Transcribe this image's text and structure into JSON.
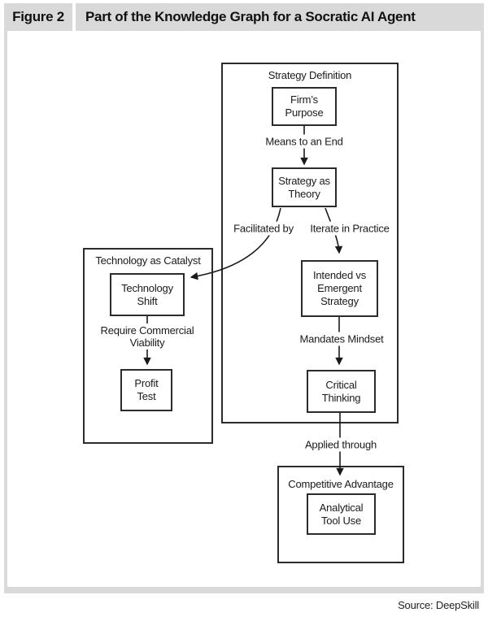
{
  "header": {
    "figure_label": "Figure 2",
    "title": "Part of the Knowledge Graph for a Socratic AI Agent"
  },
  "footer": {
    "source": "Source: DeepSkill"
  },
  "colors": {
    "header_bg": "#d9d9d9",
    "frame_border": "#d9d9d9",
    "box_border": "#2b2b2b",
    "line": "#1a1a1a",
    "text": "#1a1a1a",
    "canvas_bg": "#ffffff"
  },
  "diagram": {
    "containers": {
      "strategy_definition": {
        "label": "Strategy Definition"
      },
      "technology_as_catalyst": {
        "label": "Technology as Catalyst"
      },
      "competitive_advantage": {
        "label": "Competitive Advantage"
      }
    },
    "nodes": {
      "firms_purpose": {
        "label": "Firm’s\nPurpose"
      },
      "strategy_as_theory": {
        "label": "Strategy as\nTheory"
      },
      "intended_vs_emergent": {
        "label": "Intended vs\nEmergent\nStrategy"
      },
      "critical_thinking": {
        "label": "Critical\nThinking"
      },
      "technology_shift": {
        "label": "Technology\nShift"
      },
      "profit_test": {
        "label": "Profit\nTest"
      },
      "analytical_tool_use": {
        "label": "Analytical\nTool Use"
      }
    },
    "edge_labels": {
      "means_to_an_end": {
        "label": "Means to an End"
      },
      "facilitated_by": {
        "label": "Facilitated by"
      },
      "iterate_in_practice": {
        "label": "Iterate in Practice"
      },
      "mandates_mindset": {
        "label": "Mandates Mindset"
      },
      "require_commercial_viability": {
        "label": "Require Commercial\nViability"
      },
      "applied_through": {
        "label": "Applied through"
      }
    },
    "edges": [
      {
        "from": "Firm’s Purpose",
        "to": "Strategy as Theory",
        "label": "Means to an End"
      },
      {
        "from": "Strategy as Theory",
        "to": "Technology Shift",
        "label": "Facilitated by"
      },
      {
        "from": "Strategy as Theory",
        "to": "Intended vs Emergent Strategy",
        "label": "Iterate in Practice"
      },
      {
        "from": "Intended vs Emergent Strategy",
        "to": "Critical Thinking",
        "label": "Mandates Mindset"
      },
      {
        "from": "Critical Thinking",
        "to": "Competitive Advantage",
        "label": "Applied through"
      },
      {
        "from": "Technology Shift",
        "to": "Profit Test",
        "label": "Require Commercial Viability"
      }
    ]
  }
}
